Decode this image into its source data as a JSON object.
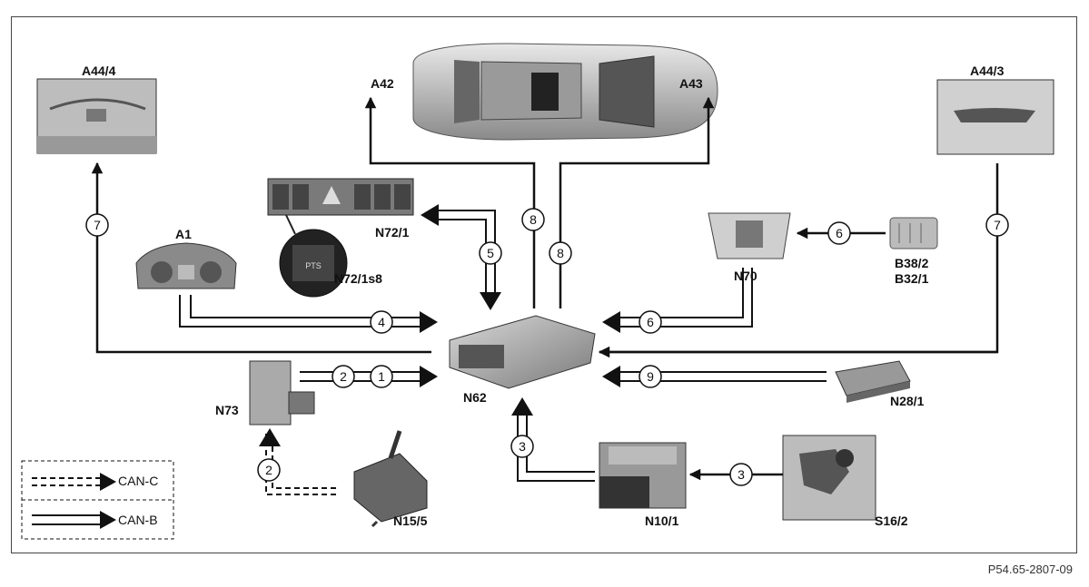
{
  "components": {
    "a44_4": "A44/4",
    "a44_3": "A44/3",
    "a42": "A42",
    "a43": "A43",
    "a1": "A1",
    "n72_1": "N72/1",
    "n72_1s8": "N72/1s8",
    "n70": "N70",
    "b38_2": "B38/2",
    "b32_1": "B32/1",
    "n62": "N62",
    "n73": "N73",
    "n28_1": "N28/1",
    "n15_5": "N15/5",
    "n10_1": "N10/1",
    "s16_2": "S16/2"
  },
  "connection_numbers": {
    "c1": "1",
    "c2": "2",
    "c2b": "2",
    "c3a": "3",
    "c3b": "3",
    "c4": "4",
    "c5": "5",
    "c6a": "6",
    "c6b": "6",
    "c7a": "7",
    "c7b": "7",
    "c8a": "8",
    "c8b": "8",
    "c9": "9"
  },
  "legend": {
    "can_c": "CAN-C",
    "can_b": "CAN-B"
  },
  "figure_id": "P54.65-2807-09",
  "switch_text": "PTS",
  "colors": {
    "line": "#111111",
    "bg": "#ffffff"
  }
}
